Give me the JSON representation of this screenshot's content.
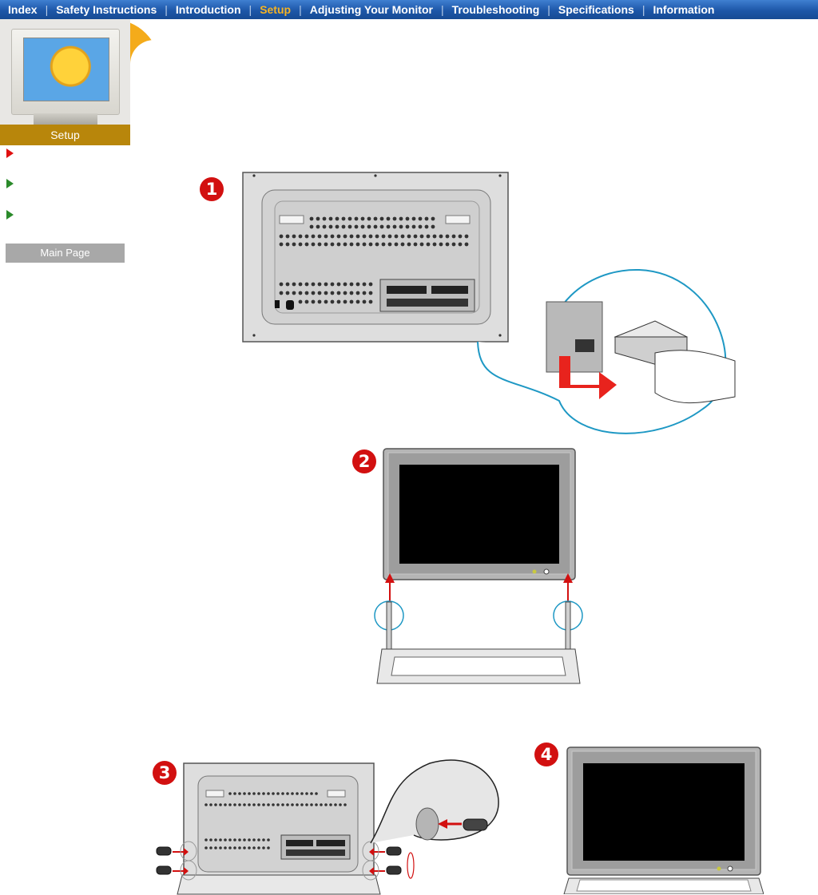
{
  "nav": {
    "items": [
      "Index",
      "Safety Instructions",
      "Introduction",
      "Setup",
      "Adjusting Your Monitor",
      "Troubleshooting",
      "Specifications",
      "Information"
    ],
    "active": "Setup"
  },
  "sidebar": {
    "section_label": "Setup",
    "links": [
      {
        "label": "",
        "icon": "red-arrow-icon"
      },
      {
        "label": "",
        "icon": "green-arrow-icon"
      },
      {
        "label": "",
        "icon": "green-arrow-icon"
      }
    ],
    "main_page_button": "Main Page"
  },
  "steps": {
    "s1": "1",
    "s2": "2",
    "s3": "3",
    "s4": "4"
  },
  "colors": {
    "nav_bg": "#1d57a8",
    "active_nav": "#f5b324",
    "accent_orange": "#f4ab1a",
    "step_red": "#d21010",
    "callout_blue": "#1e98c4"
  }
}
